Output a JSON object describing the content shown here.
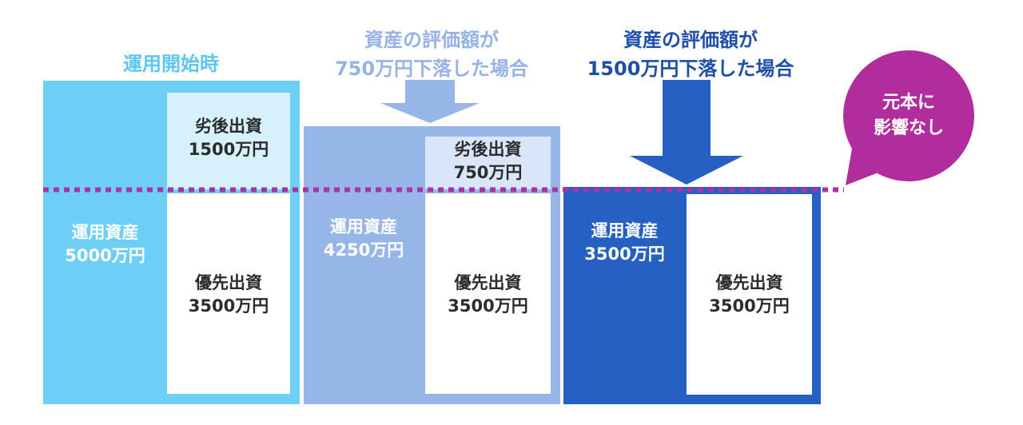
{
  "colors": {
    "start": "#6dcff6",
    "start_title": "#5bc6f2",
    "start_sub": "#d6f1fc",
    "drop750": "#97b6e8",
    "drop750_title": "#96b3e6",
    "drop750_sub": "#d9e5f8",
    "drop1500": "#2560c2",
    "drop1500_title": "#1f4fa8",
    "badge": "#b12c9c",
    "divider": "#a634a5",
    "text_dark": "#2b2b2b",
    "text_white": "#ffffff"
  },
  "scenarios": {
    "start": {
      "title": "運用開始時",
      "assets": {
        "line1": "運用資産",
        "line2": "5000万円"
      },
      "subordinated": {
        "line1": "劣後出資",
        "line2": "1500万円"
      },
      "senior": {
        "line1": "優先出資",
        "line2": "3500万円"
      }
    },
    "drop750": {
      "title": {
        "line1": "資産の評価額が",
        "line2": "750万円下落した場合"
      },
      "assets": {
        "line1": "運用資産",
        "line2": "4250万円"
      },
      "subordinated": {
        "line1": "劣後出資",
        "line2": "750万円"
      },
      "senior": {
        "line1": "優先出資",
        "line2": "3500万円"
      }
    },
    "drop1500": {
      "title": {
        "line1": "資産の評価額が",
        "line2": "1500万円下落した場合"
      },
      "assets": {
        "line1": "運用資産",
        "line2": "3500万円"
      },
      "senior": {
        "line1": "優先出資",
        "line2": "3500万円"
      }
    }
  },
  "badge": {
    "line1": "元本に",
    "line2": "影響なし"
  }
}
